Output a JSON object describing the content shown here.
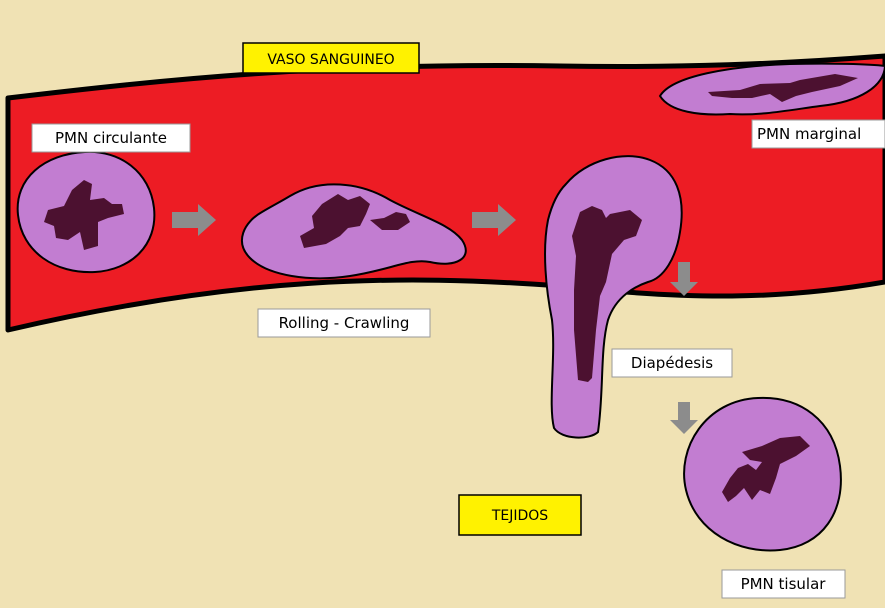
{
  "labels": {
    "vessel": "VASO SANGUINEO",
    "circulating": "PMN circulante",
    "marginal": "PMN marginal",
    "rolling": "Rolling - Crawling",
    "diapedesis": "Diapédesis",
    "tissues": "TEJIDOS",
    "tissue_pmn": "PMN tisular"
  },
  "colors": {
    "background": "#f0e2b4",
    "vessel": "#ed1c24",
    "cell_cytoplasm": "#c27dd1",
    "cell_nucleus": "#4c1130",
    "arrow": "#8c8c8c",
    "yellow_label": "#fff200",
    "white_label": "#ffffff"
  }
}
